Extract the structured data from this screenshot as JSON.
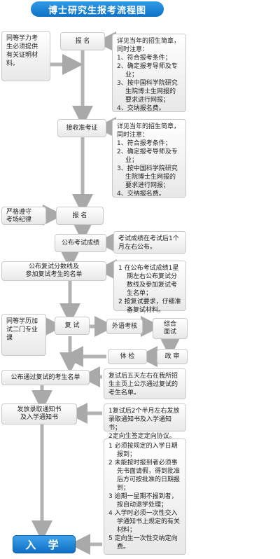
{
  "title": "博士研究生报考流程图",
  "steps": {
    "apply": "报 名",
    "receive_cert": "接收准考证",
    "register": "报 名",
    "publish_scores": "公布考试成绩",
    "publish_lines": "公布复试分数线及\n参加复试考生的名单",
    "retest": "复 试",
    "foreign_language": "外语考核",
    "comprehensive": "综合\n面试",
    "political": "政 审",
    "physical": "体 检",
    "publish_passed": "公布通过复试的考生名单",
    "admission_notice": "发放录取通知书\n及入学通知书",
    "enroll": "入 学"
  },
  "side_notes": {
    "equivalent_materials": "同等学力考\n生必须提供\n有关证明材\n料。",
    "discipline": "严格遵守\n考场纪律",
    "equivalent_courses": "同等学历加\n试二门专业\n课"
  },
  "notes": {
    "apply_note": {
      "intro": "详见当年的招生简章，同时注意：",
      "items": [
        "1、符合报考条件；",
        "2、确定报考导师及专业；",
        "3、按中国科学院研究生院博士生网报的要求进行网报；",
        "4、交纳报名费。"
      ]
    },
    "receive_note": {
      "intro": "详见当年的招生简章，同时注意：",
      "items": [
        "1、符合报考条件；",
        "2、确定报考导师及专业；",
        "3、按中国科学院研究生院博士生网报的要求进行网报；",
        "4、交纳报名费。"
      ]
    },
    "scores_note": "考试成绩在考试后1个月左右公布。",
    "lines_note": {
      "items": [
        "1  在公布考试成绩1星期左右公布复试分数线及参加复试考生名单；",
        "2  按复试要求，仔细准备复试材料。"
      ]
    },
    "passed_note": "复试后五天左右在我所招生主页上公示通过复试的考生名单。",
    "admission_note": {
      "items": [
        "1复试后2个半月左右发放录取通知书及入学通知书；",
        "2定向生签定定向协议。"
      ]
    },
    "enroll_note": {
      "items": [
        "1   必须按规定的入学日期报到；",
        "2   未能按时报到者必须事先书面请假，得到批准后方可按批准的日期报到；",
        "3   逾期一星期不报到者，按自动退学处理；",
        "4   入学时必须一次性交入学通知书上规定的有关材料；",
        "5   定向生一次性交纳定向费。"
      ]
    }
  }
}
